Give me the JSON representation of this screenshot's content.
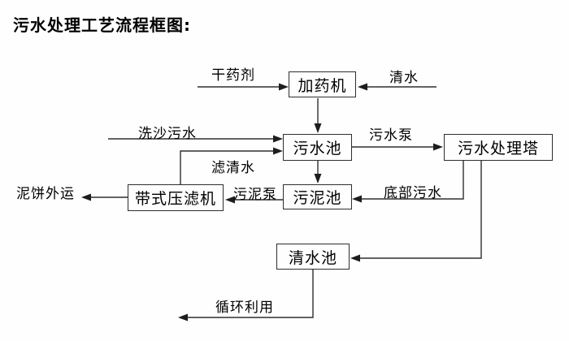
{
  "title": "污水处理工艺流程框图:",
  "colors": {
    "background": "#fefefe",
    "line": "#2e2e2e",
    "box_border": "#2e2e2e",
    "text": "#000000"
  },
  "nodes": [
    {
      "id": "dosing-machine",
      "label": "加药机"
    },
    {
      "id": "sewage-pool",
      "label": "污水池"
    },
    {
      "id": "sewage-treatment-tower",
      "label": "污水处理塔"
    },
    {
      "id": "sludge-pool",
      "label": "污泥池"
    },
    {
      "id": "belt-filter-press",
      "label": "带式压滤机"
    },
    {
      "id": "clean-water-pool",
      "label": "清水池"
    }
  ],
  "edges": [
    {
      "id": "dry-chemical",
      "label": "干药剂",
      "from": "外部",
      "to": "加药机"
    },
    {
      "id": "clean-water-in",
      "label": "清水",
      "from": "外部",
      "to": "加药机"
    },
    {
      "id": "dosing-to-sewage",
      "label": "",
      "from": "加药机",
      "to": "污水池"
    },
    {
      "id": "sand-washing-sewage",
      "label": "洗沙污水",
      "from": "外部",
      "to": "污水池"
    },
    {
      "id": "filtered-water",
      "label": "滤清水",
      "from": "带式压滤机",
      "to": "污水池"
    },
    {
      "id": "sewage-pump",
      "label": "污水泵",
      "from": "污水池",
      "to": "污水处理塔"
    },
    {
      "id": "sewage-to-sludge",
      "label": "",
      "from": "污水池",
      "to": "污泥池"
    },
    {
      "id": "bottom-sewage",
      "label": "底部污水",
      "from": "污水处理塔",
      "to": "污泥池"
    },
    {
      "id": "sludge-pump",
      "label": "污泥泵",
      "from": "污泥池",
      "to": "带式压滤机"
    },
    {
      "id": "mud-cake-out",
      "label": "泥饼外运",
      "from": "带式压滤机",
      "to": "外运"
    },
    {
      "id": "tower-to-clean",
      "label": "",
      "from": "污水处理塔",
      "to": "清水池"
    },
    {
      "id": "recycle",
      "label": "循环利用",
      "from": "清水池",
      "to": "循环利用"
    }
  ]
}
